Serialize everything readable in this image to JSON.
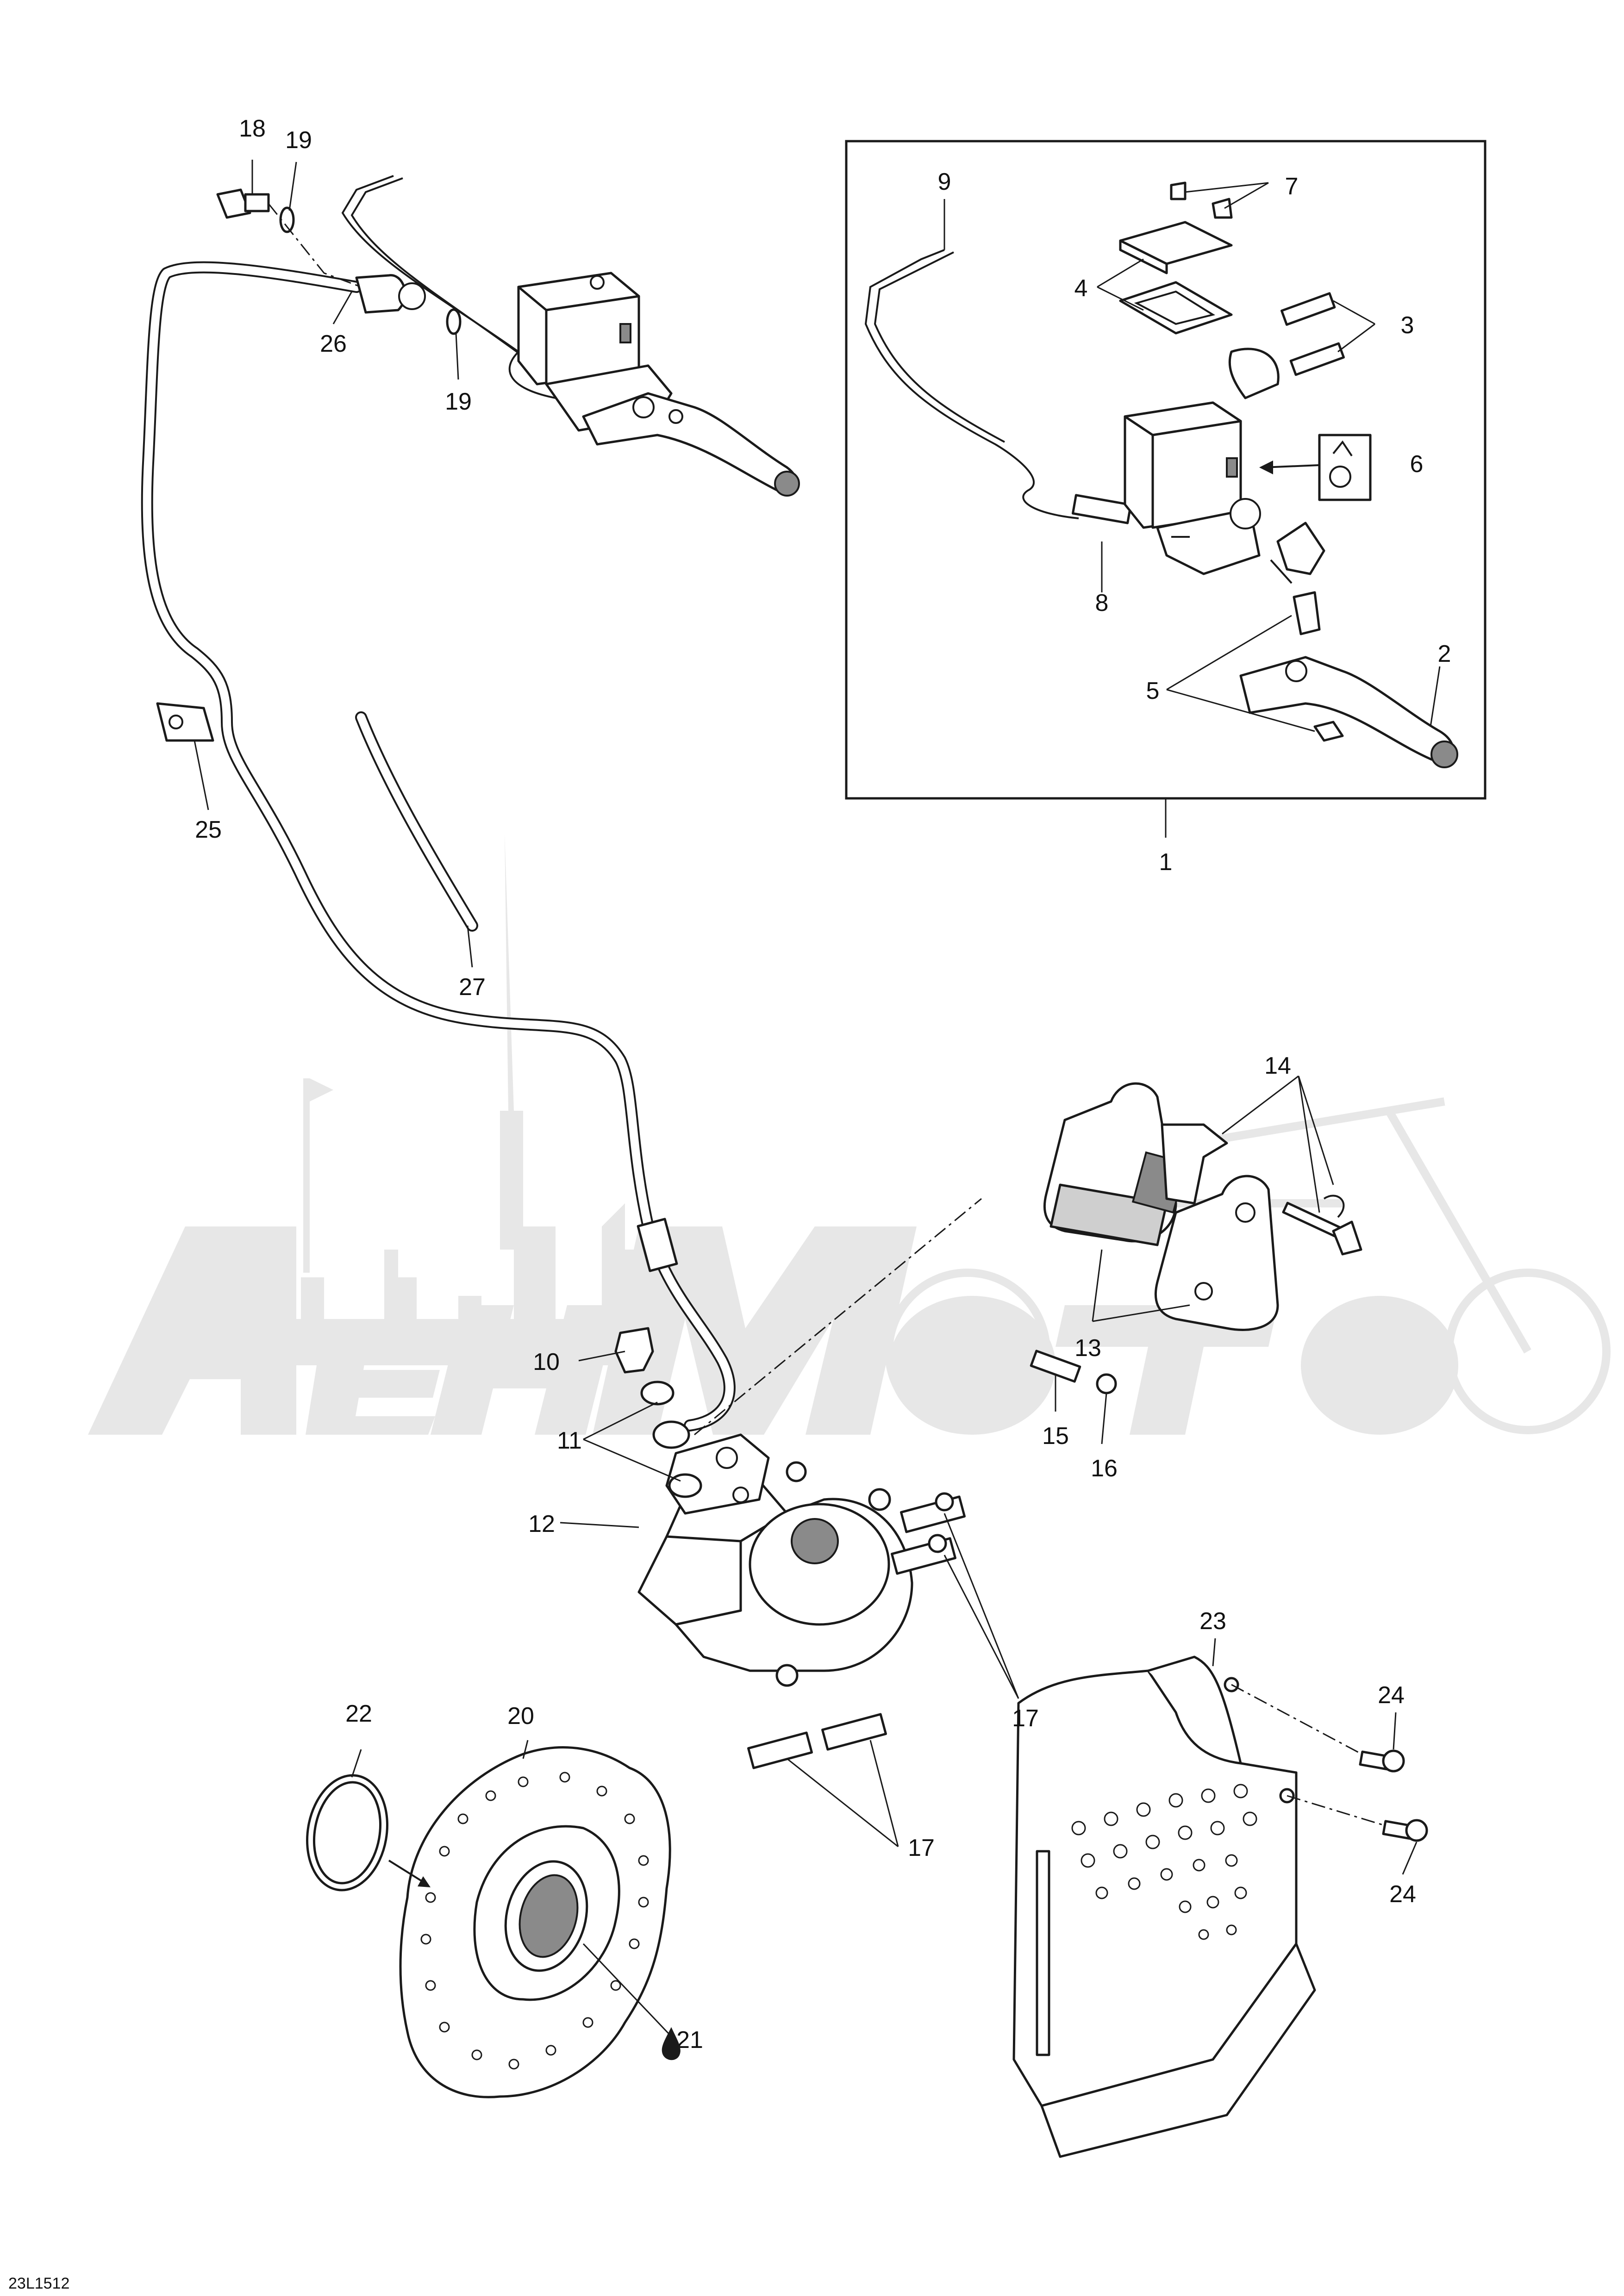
{
  "diagram": {
    "figure_code": "23L1512",
    "watermark_text": "AeнMoтo",
    "callouts": [
      "1",
      "2",
      "3",
      "4",
      "5",
      "6",
      "7",
      "8",
      "9",
      "10",
      "11",
      "12",
      "13",
      "14",
      "15",
      "16",
      "17",
      "17",
      "18",
      "19",
      "19",
      "20",
      "21",
      "22",
      "23",
      "24",
      "24",
      "25",
      "26",
      "27"
    ]
  }
}
